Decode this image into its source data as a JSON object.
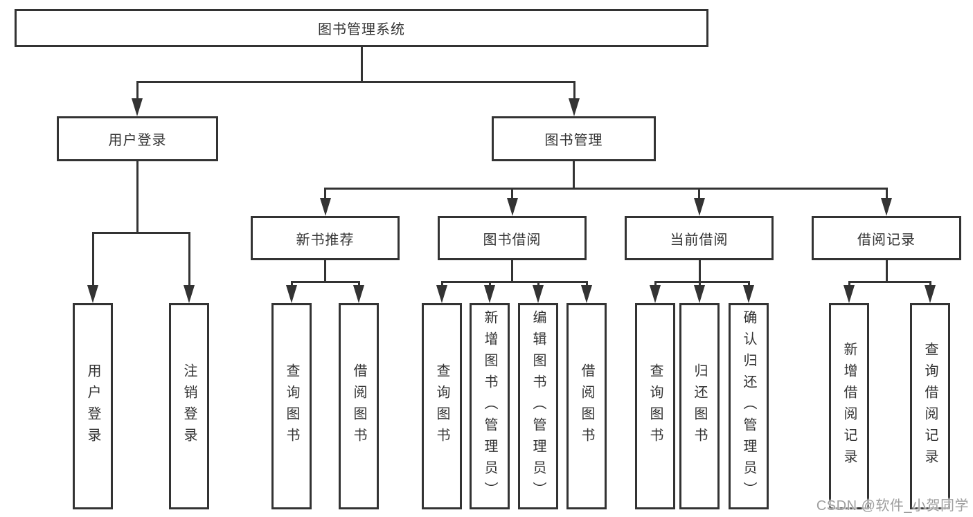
{
  "colors": {
    "line": "#333333",
    "text": "#333333",
    "watermark": "#9e9e9e"
  },
  "tree": {
    "root": {
      "label": "图书管理系统"
    },
    "children": [
      {
        "label": "用户登录",
        "children": [
          {
            "label": "用户登录"
          },
          {
            "label": "注销登录"
          }
        ]
      },
      {
        "label": "图书管理",
        "children": [
          {
            "label": "新书推荐",
            "children": [
              {
                "label": "查询图书"
              },
              {
                "label": "借阅图书"
              }
            ]
          },
          {
            "label": "图书借阅",
            "children": [
              {
                "label": "查询图书"
              },
              {
                "label": "新增图书（管理员）"
              },
              {
                "label": "编辑图书（管理员）"
              },
              {
                "label": "借阅图书"
              }
            ]
          },
          {
            "label": "当前借阅",
            "children": [
              {
                "label": "查询图书"
              },
              {
                "label": "归还图书"
              },
              {
                "label": "确认归还（管理员）"
              }
            ]
          },
          {
            "label": "借阅记录",
            "children": [
              {
                "label": "新增借阅记录"
              },
              {
                "label": "查询借阅记录"
              }
            ]
          }
        ]
      }
    ]
  },
  "watermark": {
    "text": "CSDN @软件_小贺同学"
  }
}
